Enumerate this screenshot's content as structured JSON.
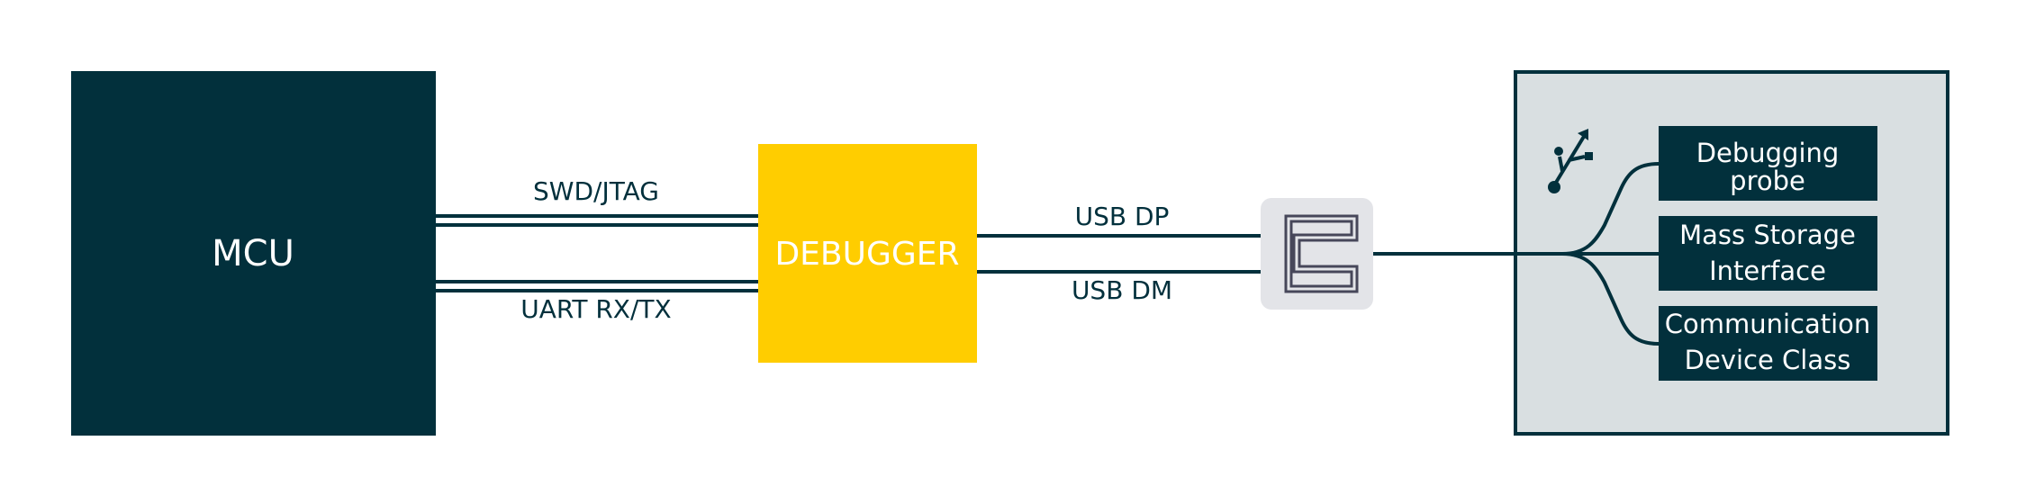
{
  "blocks": {
    "mcu": "MCU",
    "debugger": "DEBUGGER"
  },
  "links": {
    "swd": "SWD/JTAG",
    "uart": "UART RX/TX",
    "usb_dp": "USB DP",
    "usb_dm": "USB DM"
  },
  "usb_functions": [
    {
      "line1": "Debugging",
      "line2": "probe"
    },
    {
      "line1": "Mass Storage",
      "line2": "Interface"
    },
    {
      "line1": "Communication",
      "line2": "Device Class"
    }
  ],
  "icons": {
    "connector": "usb-connector-icon",
    "usb": "usb-icon"
  },
  "colors": {
    "dark": "#02303c",
    "yellow": "#ffcd00",
    "panel": "#d9dfe1",
    "connector_bg": "#e3e4e8",
    "connector_line": "#47475a",
    "label": "#02303c"
  }
}
